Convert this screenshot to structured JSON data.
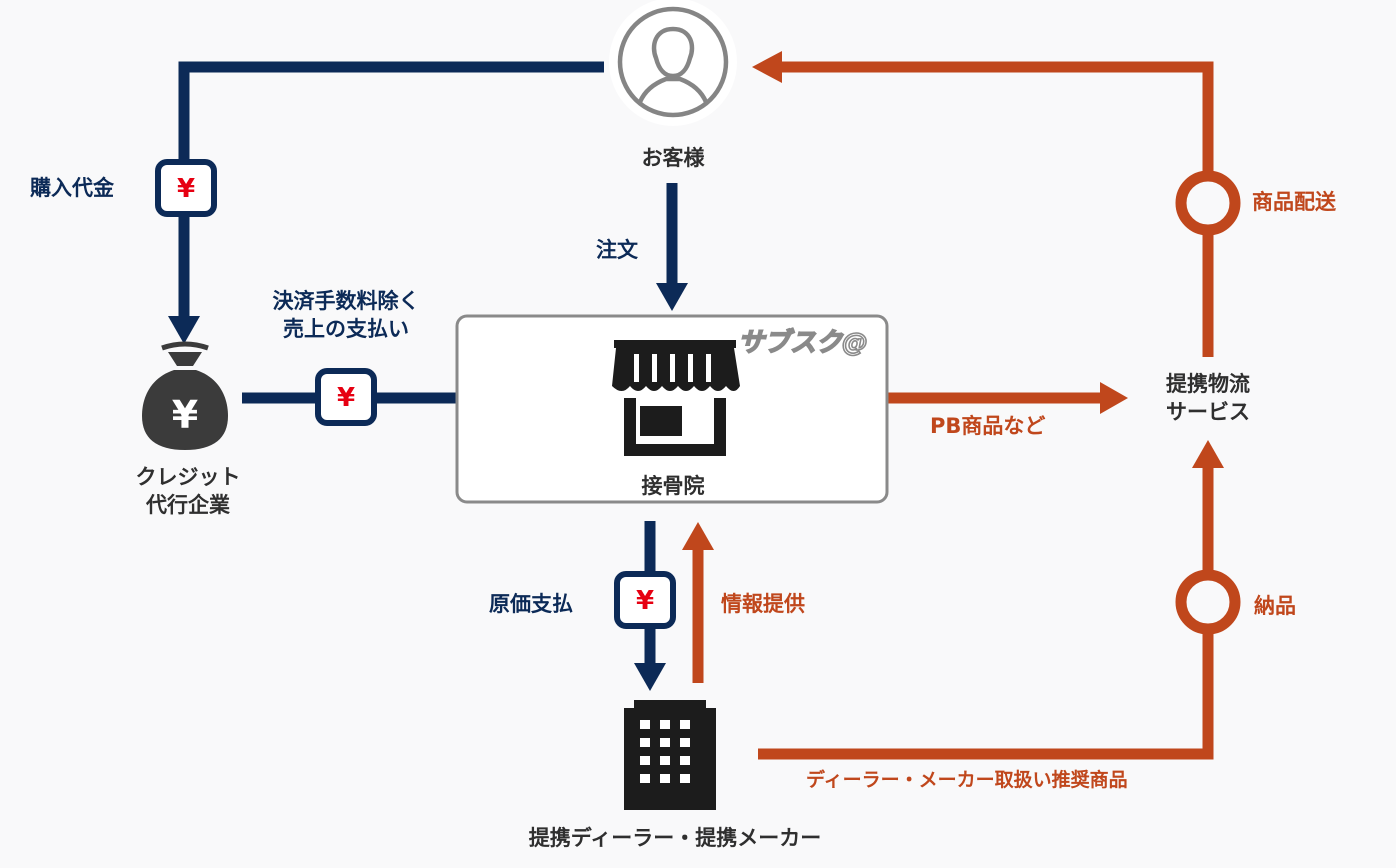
{
  "colors": {
    "money_flow": "#0c2a57",
    "goods_flow": "#c0471c",
    "yen_symbol": "#e60012",
    "icon": "#2f2f2f",
    "store_frame": "#8a8a8a"
  },
  "nodes": {
    "customer": {
      "label": "お客様",
      "icon": "person-icon"
    },
    "credit": {
      "label_line1": "クレジット",
      "label_line2": "代行企業",
      "icon": "money-bag-icon",
      "bag_symbol": "¥"
    },
    "clinic": {
      "label": "接骨院",
      "brand": "サブスク@",
      "icon": "storefront-icon"
    },
    "logistics": {
      "label_line1": "提携物流",
      "label_line2": "サービス"
    },
    "dealer": {
      "label": "提携ディーラー・提携メーカー",
      "icon": "office-building-icon"
    }
  },
  "flows": {
    "purchase_price": "購入代金",
    "order": "注文",
    "settlement_line1": "決済手数料除く",
    "settlement_line2": "売上の支払い",
    "cost_payment": "原価支払",
    "info_provision": "情報提供",
    "pb_products": "PB商品など",
    "product_delivery": "商品配送",
    "delivery": "納品",
    "dealer_products": "ディーラー・メーカー取扱い推奨商品"
  },
  "yen_badge": "¥"
}
